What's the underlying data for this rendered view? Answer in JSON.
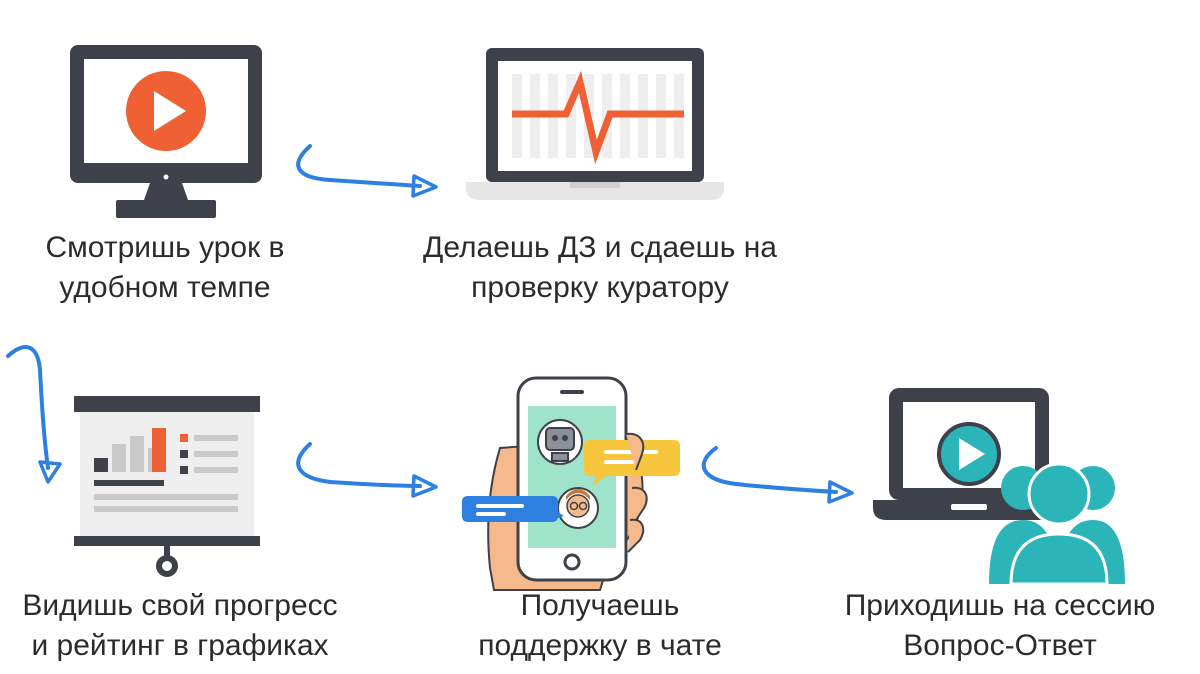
{
  "colors": {
    "dark": "#3e4149",
    "orange": "#f06035",
    "blue": "#2d7fe0",
    "teal": "#2bb5b8",
    "mint": "#9fe3cb",
    "skin": "#f6b98b",
    "grey": "#c9c9c9",
    "light_grey": "#eeeeee"
  },
  "steps": [
    {
      "icon": "monitor-play-icon",
      "line1": "Смотришь урок в",
      "line2": "удобном темпе"
    },
    {
      "icon": "laptop-chart-icon",
      "line1": "Делаешь ДЗ и сдаешь на",
      "line2": "проверку куратору"
    },
    {
      "icon": "presentation-board-icon",
      "line1": "Видишь свой прогресс",
      "line2": "и рейтинг в графиках"
    },
    {
      "icon": "phone-chat-icon",
      "line1": "Получаешь",
      "line2": "поддержку в чате"
    },
    {
      "icon": "laptop-audience-icon",
      "line1": "Приходишь на сессию",
      "line2": "Вопрос-Ответ"
    }
  ]
}
